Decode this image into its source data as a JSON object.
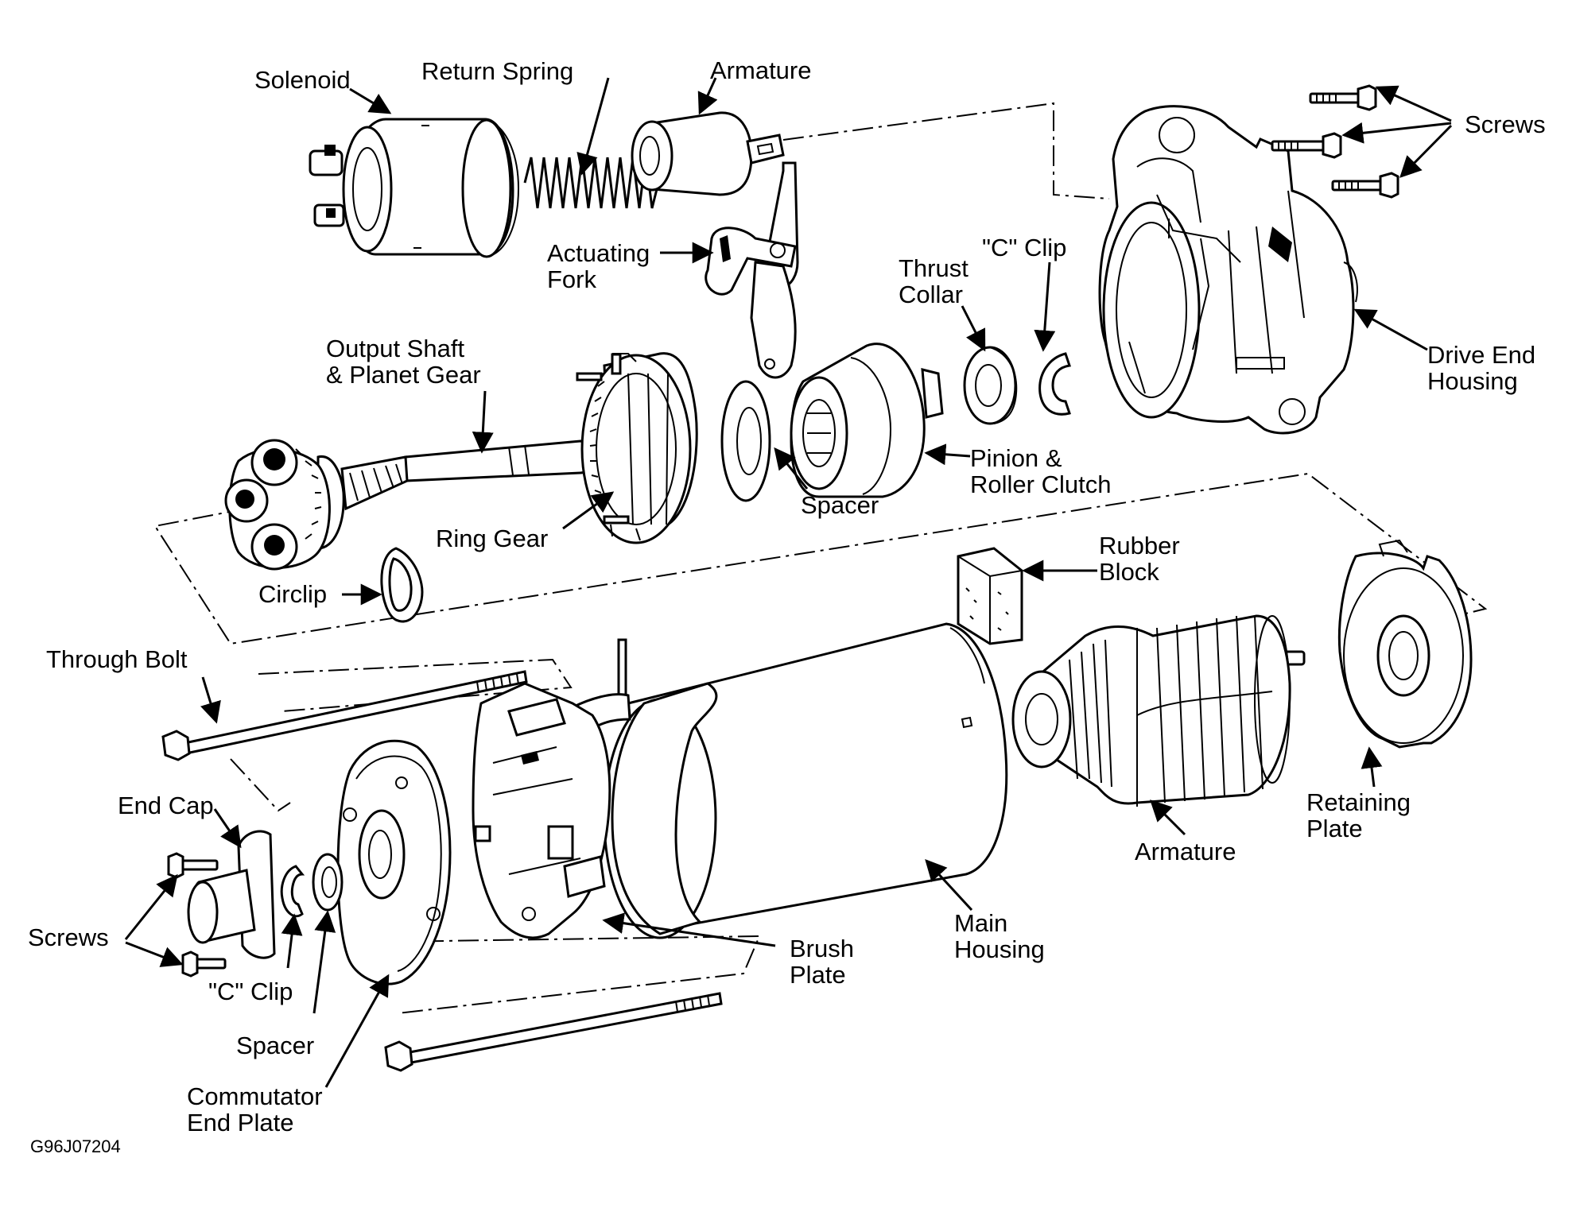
{
  "figure_code": "G96J07204",
  "labels": {
    "solenoid": "Solenoid",
    "return_spring": "Return Spring",
    "armature_top": "Armature",
    "screws_top": "Screws",
    "actuating_fork_1": "Actuating",
    "actuating_fork_2": "Fork",
    "thrust_collar_1": "Thrust",
    "thrust_collar_2": "Collar",
    "c_clip_top": "\"C\" Clip",
    "drive_end_housing_1": "Drive End",
    "drive_end_housing_2": "Housing",
    "output_shaft_1": "Output Shaft",
    "output_shaft_2": "& Planet Gear",
    "pinion_1": "Pinion &",
    "pinion_2": "Roller Clutch",
    "spacer_top": "Spacer",
    "ring_gear": "Ring Gear",
    "circlip": "Circlip",
    "rubber_block_1": "Rubber",
    "rubber_block_2": "Block",
    "through_bolt": "Through Bolt",
    "retaining_plate_1": "Retaining",
    "retaining_plate_2": "Plate",
    "end_cap": "End Cap",
    "armature_bottom": "Armature",
    "screws_bottom": "Screws",
    "c_clip_bottom": "\"C\" Clip",
    "main_housing_1": "Main",
    "main_housing_2": "Housing",
    "brush_plate_1": "Brush",
    "brush_plate_2": "Plate",
    "spacer_bottom": "Spacer",
    "commutator_1": "Commutator",
    "commutator_2": "End Plate"
  }
}
